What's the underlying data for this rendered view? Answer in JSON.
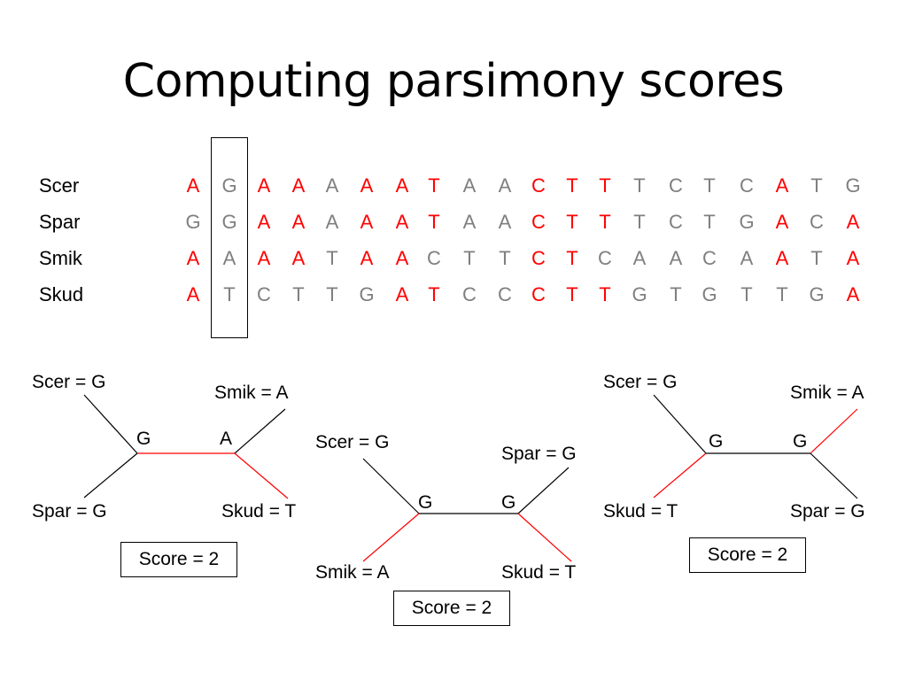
{
  "title": "Computing parsimony scores",
  "alignment": {
    "rows": [
      {
        "name": "Scer",
        "bases": [
          "A",
          "G",
          "A",
          "A",
          "A",
          "A",
          "A",
          "T",
          "A",
          "A",
          "C",
          "T",
          "T",
          "T",
          "C",
          "T",
          "C",
          "A",
          "T",
          "G"
        ]
      },
      {
        "name": "Spar",
        "bases": [
          "G",
          "G",
          "A",
          "A",
          "A",
          "A",
          "A",
          "T",
          "A",
          "A",
          "C",
          "T",
          "T",
          "T",
          "C",
          "T",
          "G",
          "A",
          "C",
          "A"
        ]
      },
      {
        "name": "Smik",
        "bases": [
          "A",
          "A",
          "A",
          "A",
          "T",
          "A",
          "A",
          "C",
          "T",
          "T",
          "C",
          "T",
          "C",
          "A",
          "A",
          "C",
          "A",
          "A",
          "T",
          "A"
        ]
      },
      {
        "name": "Skud",
        "bases": [
          "A",
          "T",
          "C",
          "T",
          "T",
          "G",
          "A",
          "T",
          "C",
          "C",
          "C",
          "T",
          "T",
          "G",
          "T",
          "G",
          "T",
          "T",
          "G",
          "A"
        ]
      }
    ],
    "highlight_columns": [
      0,
      2,
      3,
      5,
      6,
      7,
      10,
      11,
      12,
      17,
      19
    ],
    "highlight_exclusions": [
      [
        1,
        0
      ],
      [
        2,
        7
      ],
      [
        3,
        2
      ],
      [
        3,
        3
      ],
      [
        0,
        19
      ],
      [
        2,
        12
      ],
      [
        1,
        17
      ]
    ],
    "highlight_inclusions": [
      [
        1,
        17
      ],
      [
        2,
        17
      ],
      [
        0,
        17
      ]
    ],
    "boxed_column": 1,
    "colors": {
      "highlight": "#ff0000",
      "normal": "#7f7f7f",
      "tree_black": "#000000",
      "tree_red": "#ff0000"
    }
  },
  "trees": [
    {
      "leaves": {
        "top_left": "Scer = G",
        "top_right": "Smik = A",
        "bottom_left": "Spar = G",
        "bottom_right": "Skud = T"
      },
      "internal": {
        "left": "G",
        "right": "A"
      },
      "score": "Score = 2"
    },
    {
      "leaves": {
        "top_left": "Scer = G",
        "top_right": "Spar = G",
        "bottom_left": "Smik = A",
        "bottom_right": "Skud = T"
      },
      "internal": {
        "left": "G",
        "right": "G"
      },
      "score": "Score = 2"
    },
    {
      "leaves": {
        "top_left": "Scer = G",
        "top_right": "Smik = A",
        "bottom_left": "Skud = T",
        "bottom_right": "Spar = G"
      },
      "internal": {
        "left": "G",
        "right": "G"
      },
      "score": "Score = 2"
    }
  ]
}
